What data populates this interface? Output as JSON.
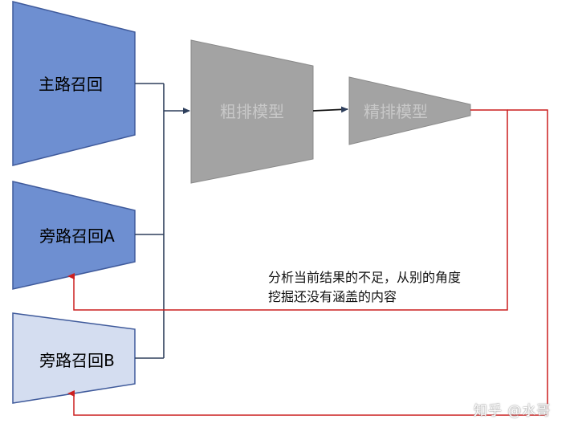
{
  "nodes": {
    "main_recall": "主路召回",
    "side_recall_a": "旁路召回A",
    "side_recall_b": "旁路召回B",
    "coarse_rank": "粗排模型",
    "fine_rank": "精排模型"
  },
  "note": {
    "line1": "分析当前结果的不足，从别的角度",
    "line2": "挖掘还没有涵盖的内容"
  },
  "watermark": "知乎 @水哥",
  "colors": {
    "main_fill": "#6e8fd1",
    "side_a_fill": "#6e8fd1",
    "side_b_fill": "#d4ddf0",
    "node_stroke": "#3f5a9b",
    "model_fill": "#a3a3a3",
    "model_stroke": "#8a8a8a",
    "model_text": "#c8c8c8",
    "connector": "#2e3f5c",
    "feedback": "#cc1f1f"
  }
}
